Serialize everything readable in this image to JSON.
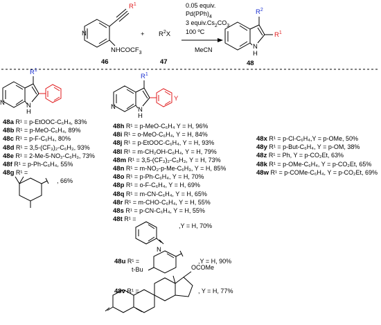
{
  "reaction": {
    "reactant1_label": "46",
    "reactant1_sub": "NHCOCF",
    "reactant1_sub_num": "3",
    "reactant1_r": "R",
    "reactant1_r_sup": "1",
    "plus": "+",
    "reactant2_r": "R",
    "reactant2_r_sup": "2",
    "reactant2_x": "X",
    "reactant2_label": "47",
    "cond_line1": "0.05 equiv.",
    "cond_line2": "Pd(PPh)",
    "cond_line2_sub": "4",
    "cond_line3": "3 equiv.Cs",
    "cond_line3_sub1": "2",
    "cond_line3_co": "CO",
    "cond_line3_sub2": "3",
    "cond_line4": "100 ºC",
    "solvent": "MeCN",
    "product_label": "48",
    "product_r2": "R",
    "product_r2_sup": "2",
    "product_r1": "R",
    "product_r1_sup": "1",
    "nh": "N",
    "h": "H"
  },
  "left_structure": {
    "r": "R",
    "r_sup": "1",
    "n": "N",
    "nh": "N",
    "h": "H"
  },
  "mid_structure": {
    "r": "R",
    "r_sup": "1",
    "n": "N",
    "nh": "N",
    "h": "H",
    "y": "Y"
  },
  "list_a": [
    {
      "id": "48a",
      "text": "R¹ = p-EtOOC-C₆H₄, 83%"
    },
    {
      "id": "48b",
      "text": "R¹ = p-MeO-C₆H₄, 89%"
    },
    {
      "id": "48c",
      "text": "R¹ = p-F-C₆H₄, 80%"
    },
    {
      "id": "48d",
      "text": "R¹ = 3,5-(CF₃)₂-C₆H₃, 93%"
    },
    {
      "id": "48e",
      "text": "R¹ = 2-Me-5-NO₂-C₆H₃, 73%"
    },
    {
      "id": "48f",
      "text": "R¹ = p-Ph-C₆H₄, 55%"
    },
    {
      "id": "48g",
      "text": "R¹ =",
      "tail": ", 66%"
    }
  ],
  "list_b": [
    {
      "id": "48h",
      "text": "R¹ = p-MeO-C₆H₄ Y = H, 96%"
    },
    {
      "id": "48i",
      "text": "R¹ = o-MeO-C₆H₄, Y = H, 84%"
    },
    {
      "id": "48j",
      "text": "R¹ = p-EtOOC-C₆H₄, Y = H, 93%"
    },
    {
      "id": "48l",
      "text": "R¹ = m-CH₂OH-C₆H₄, Y = H, 79%"
    },
    {
      "id": "48m",
      "text": "R¹ = 3,5-(CF₃)₂-C₆H₃, Y = H, 73%"
    },
    {
      "id": "48n",
      "text": "R¹ = m-NO₂-p-Me-C₆H₃, Y = H, 85%"
    },
    {
      "id": "48o",
      "text": "R¹ = p-Ph-C₆H₄, Y = H, 70%"
    },
    {
      "id": "48p",
      "text": "R¹ = o-F-C₆H₄, Y = H, 69%"
    },
    {
      "id": "48q",
      "text": "R¹ = m-CN-C₆H₄, Y = H, 65%"
    },
    {
      "id": "48r",
      "text": "R¹ = m-CHO-C₆H₄, Y = H, 55%"
    },
    {
      "id": "48s",
      "text": "R¹ = p-CN-C₆H₄, Y = H, 55%"
    },
    {
      "id": "48t",
      "text": "R¹ =",
      "tail": ",Y = H, 70%"
    }
  ],
  "list_c": [
    {
      "id": "48x",
      "text": "R¹ = p-Cl-C₆H₄,Y = p-OMe, 50%"
    },
    {
      "id": "48y",
      "text": "R¹ = p-But-C₆H₄, Y = p-OM, 38%"
    },
    {
      "id": "48z",
      "text": "R¹ = Ph, Y = p-CO₂Et, 63%"
    },
    {
      "id": "48k",
      "text": "R¹ = p-OMe-C₆H₄, Y = p-CO₂Et, 65%"
    },
    {
      "id": "48w",
      "text": "R¹ = p-COMe-C₆H₄, Y = p-CO₂Et, 69%"
    }
  ],
  "entry_u": {
    "id": "48u",
    "text": "R¹ =",
    "tbu": "t-Bu",
    "tail": ",Y = H, 90%"
  },
  "entry_v": {
    "id": "48v",
    "text": "R¹ =",
    "ocome": "OCOMe",
    "tail": ", Y = H, 77%"
  },
  "pyridine_n": "N"
}
